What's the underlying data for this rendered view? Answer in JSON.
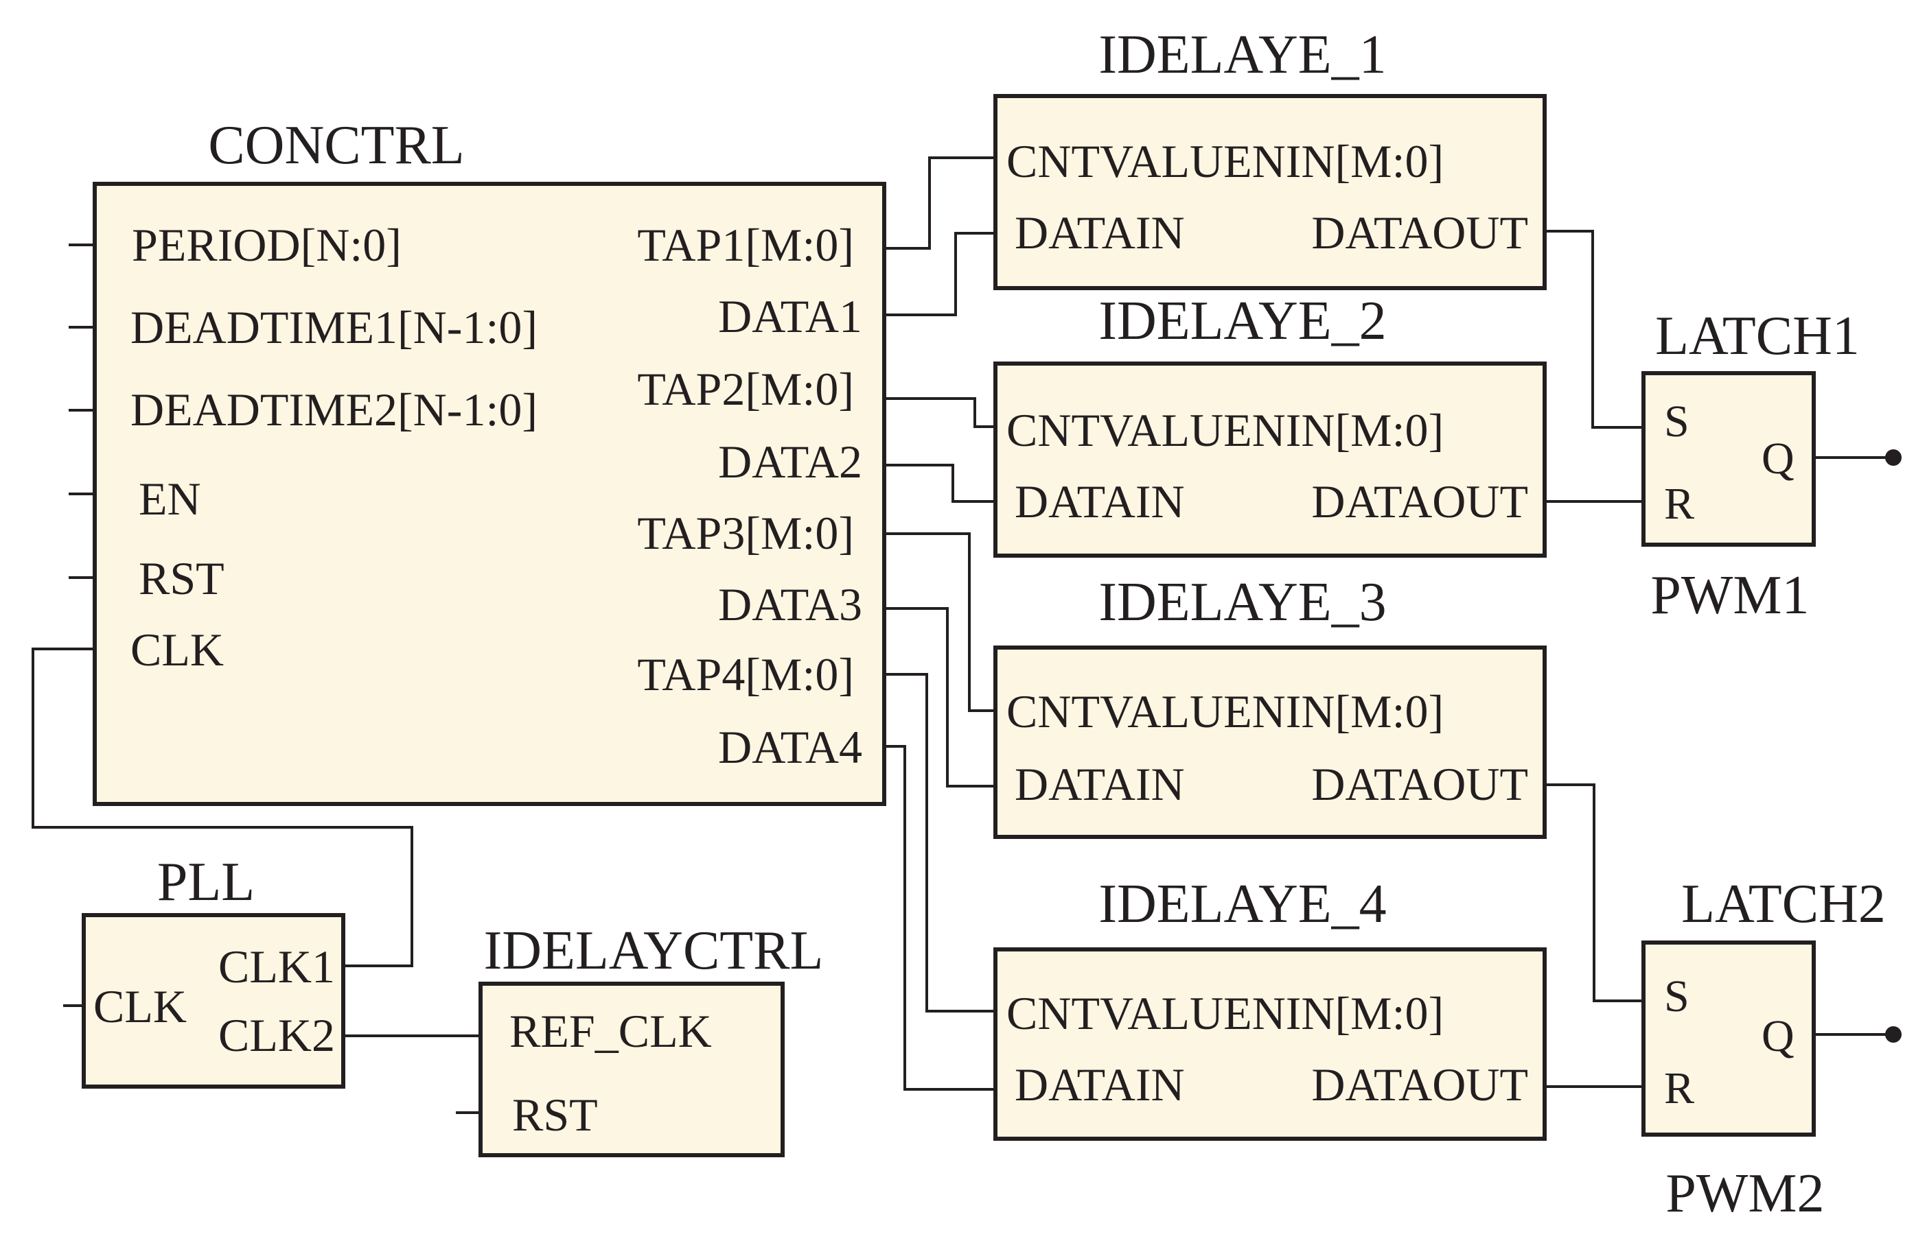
{
  "concrtl": {
    "title": "CONCTRL",
    "inputs": [
      "PERIOD[N:0]",
      "DEADTIME1[N-1:0]",
      "DEADTIME2[N-1:0]",
      "EN",
      "RST",
      "CLK"
    ],
    "outputs": [
      "TAP1[M:0]",
      "DATA1",
      "TAP2[M:0]",
      "DATA2",
      "TAP3[M:0]",
      "DATA3",
      "TAP4[M:0]",
      "DATA4"
    ]
  },
  "idelays": [
    {
      "title": "IDELAYE_1",
      "cnt": "CNTVALUENIN[M:0]",
      "din": "DATAIN",
      "dout": "DATAOUT"
    },
    {
      "title": "IDELAYE_2",
      "cnt": "CNTVALUENIN[M:0]",
      "din": "DATAIN",
      "dout": "DATAOUT"
    },
    {
      "title": "IDELAYE_3",
      "cnt": "CNTVALUENIN[M:0]",
      "din": "DATAIN",
      "dout": "DATAOUT"
    },
    {
      "title": "IDELAYE_4",
      "cnt": "CNTVALUENIN[M:0]",
      "din": "DATAIN",
      "dout": "DATAOUT"
    }
  ],
  "latches": [
    {
      "title": "LATCH1",
      "s": "S",
      "r": "R",
      "q": "Q",
      "output": "PWM1"
    },
    {
      "title": "LATCH2",
      "s": "S",
      "r": "R",
      "q": "Q",
      "output": "PWM2"
    }
  ],
  "pll": {
    "title": "PLL",
    "clk_in": "CLK",
    "clk1": "CLK1",
    "clk2": "CLK2"
  },
  "idelayctrl": {
    "title": "IDELAYCTRL",
    "ref_clk": "REF_CLK",
    "rst": "RST"
  }
}
